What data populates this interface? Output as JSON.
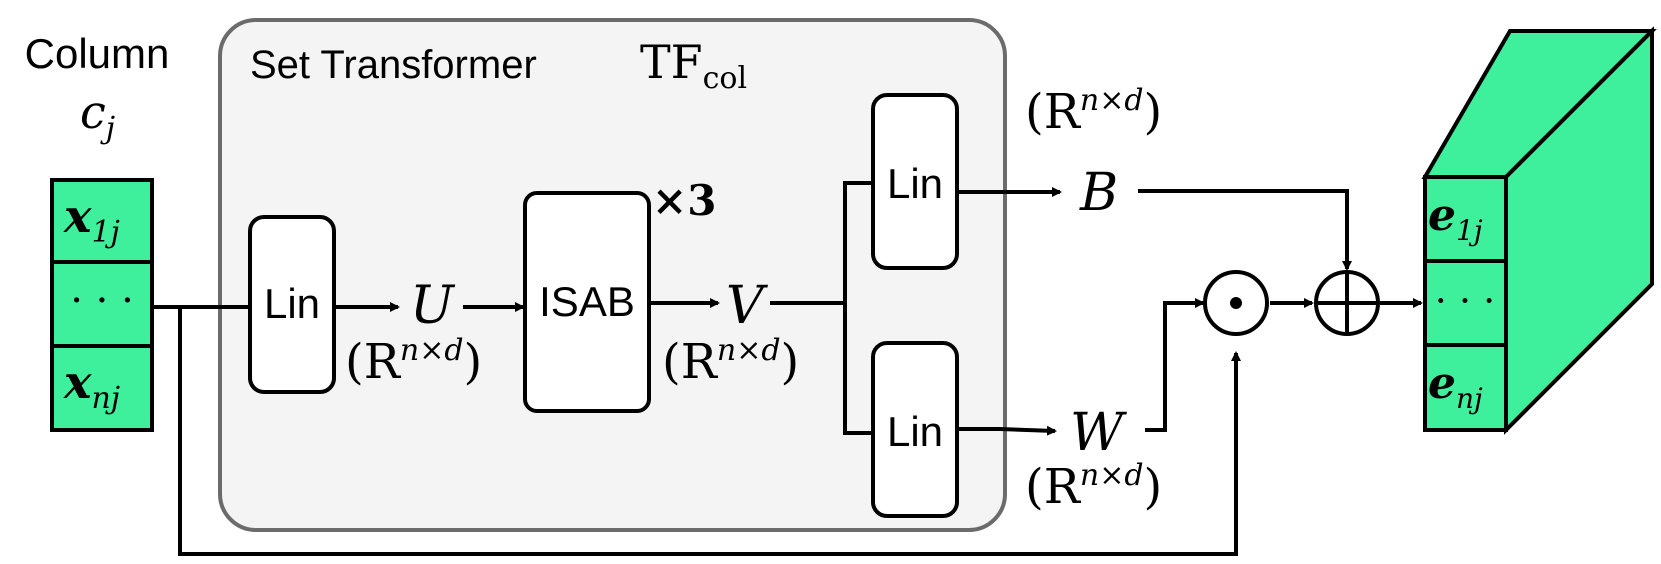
{
  "input": {
    "title": "Column",
    "var": "c",
    "var_sub": "j",
    "cells": [
      {
        "base": "x",
        "sub": "1j"
      },
      {
        "text": "· · ·"
      },
      {
        "base": "x",
        "sub": "nj"
      }
    ]
  },
  "set_transformer": {
    "label": "Set Transformer",
    "math_base": "TF",
    "math_sub": "col"
  },
  "blocks": {
    "lin_in": "Lin",
    "isab": "ISAB",
    "isab_repeat": "×3",
    "lin_top": "Lin",
    "lin_bottom": "Lin"
  },
  "variables": {
    "U": "U",
    "V": "V",
    "B": "B",
    "W": "W"
  },
  "shapes": {
    "rn_base": "(R",
    "rn_sup": "n×d",
    "rn_close": ")"
  },
  "operators": {
    "hadamard": "⊙",
    "add": "⊕"
  },
  "output": {
    "cells": [
      {
        "base": "e",
        "sub": "1j"
      },
      {
        "text": "· · ·"
      },
      {
        "base": "e",
        "sub": "nj"
      }
    ]
  },
  "colors": {
    "green": "#3ef09b",
    "panel": "#f4f4f4",
    "panel_border": "#6b6b6b"
  }
}
